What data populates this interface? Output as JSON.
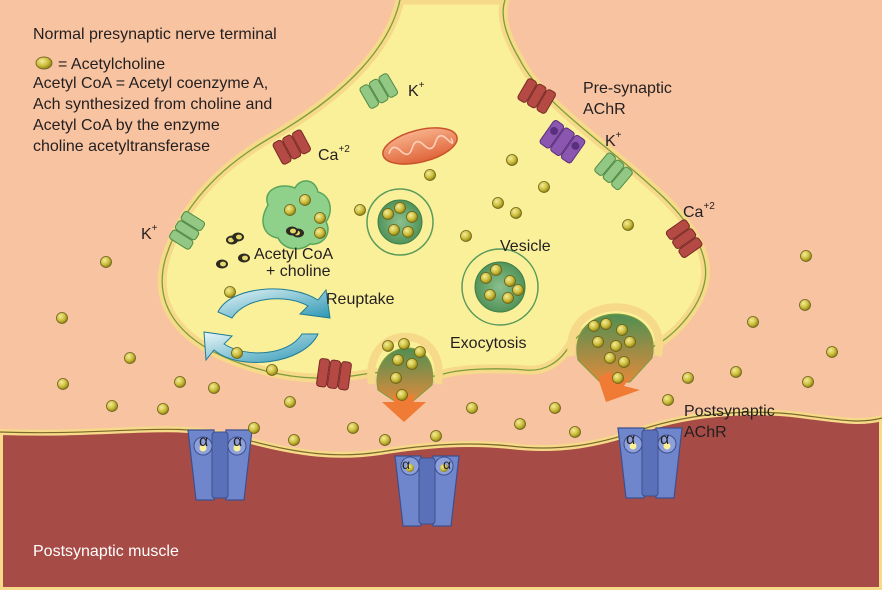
{
  "legend": {
    "title": "Normal presynaptic nerve terminal",
    "acetylcholine": "= Acetylcholine",
    "acetyl_coa_line1": "Acetyl CoA = Acetyl coenzyme A,",
    "acetyl_coa_line2": "Ach synthesized from choline and",
    "acetyl_coa_line3": "Acetyl CoA by the enzyme",
    "acetyl_coa_line4": "choline acetyltransferase"
  },
  "labels": {
    "k_channel_top": "K",
    "k_channel_right": "K",
    "k_channel_left": "K",
    "k_charge": "+",
    "ca_channel_top": "Ca",
    "ca_channel_right": "Ca",
    "ca_charge": "+2",
    "presynaptic_achr_line1": "Pre-synaptic",
    "presynaptic_achr_line2": "AChR",
    "acetyl_coa": "Acetyl CoA",
    "choline": "+ choline",
    "vesicle": "Vesicle",
    "reuptake": "Reuptake",
    "exocytosis": "Exocytosis",
    "postsynaptic_achr_line1": "Postsynaptic",
    "postsynaptic_achr_line2": "AChR",
    "postsynaptic_muscle": "Postsynaptic muscle",
    "alpha": "α"
  },
  "colors": {
    "background": "#f7c3a1",
    "terminal_fill": "#fbf09a",
    "membrane": "#f6d989",
    "membrane_outline": "#7c9d3b",
    "muscle": "#a74b46",
    "acetylcholine": "#cdbe3b",
    "vesicle": "#5f9e67",
    "k_channel": "#92c784",
    "ca_channel": "#b54a45",
    "presynaptic_receptor": "#8a56b0",
    "postsynaptic_receptor": "#6f86cd",
    "mitochondrion": "#f08a5d",
    "release_arrow": "#ef7b35",
    "reuptake_arrow": "#3aa0b9"
  }
}
